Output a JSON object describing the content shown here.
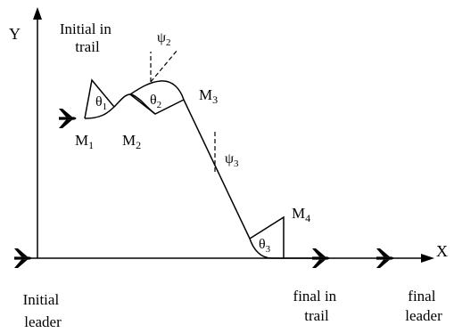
{
  "axes": {
    "y_label": "Y",
    "x_label": "X"
  },
  "labels": {
    "initial_in_trail_line1": "Initial in",
    "initial_in_trail_line2": "trail",
    "initial_leader_line1": "Initial",
    "initial_leader_line2": "leader",
    "final_in_trail_line1": "final in",
    "final_in_trail_line2": "trail",
    "final_leader_line1": "final",
    "final_leader_line2": "leader"
  },
  "points": {
    "m1": {
      "base": "M",
      "sub": "1"
    },
    "m2": {
      "base": "M",
      "sub": "2"
    },
    "m3": {
      "base": "M",
      "sub": "3"
    },
    "m4": {
      "base": "M",
      "sub": "4"
    }
  },
  "angles": {
    "theta1": {
      "base": "θ",
      "sub": "1"
    },
    "theta2": {
      "base": "θ",
      "sub": "2"
    },
    "theta3": {
      "base": "θ",
      "sub": "3"
    },
    "psi2": {
      "base": "ψ",
      "sub": "2"
    },
    "psi3": {
      "base": "ψ",
      "sub": "3"
    }
  },
  "icons": [
    "aircraft-icon"
  ],
  "colors": {
    "stroke": "#000000",
    "background": "#ffffff"
  }
}
